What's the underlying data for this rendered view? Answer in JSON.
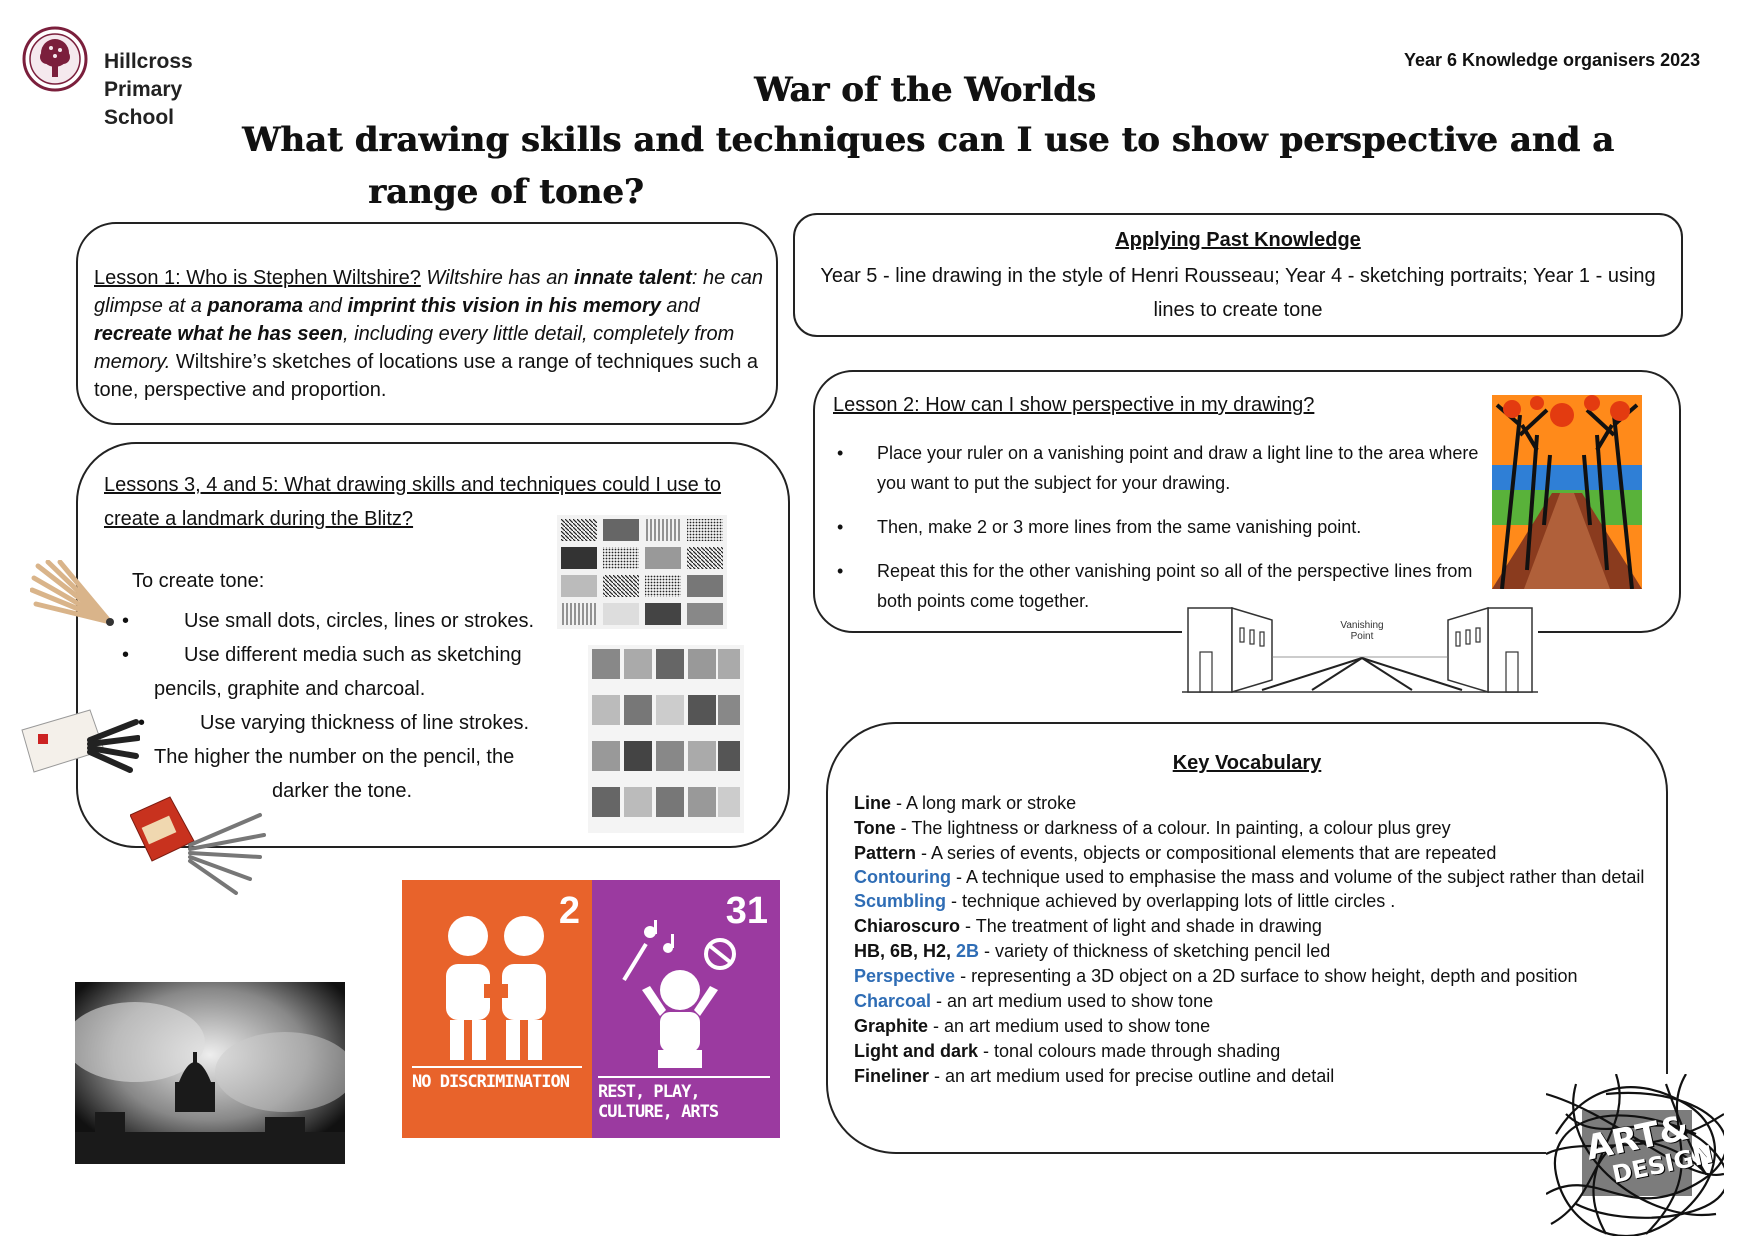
{
  "school": {
    "name_lines": [
      "Hillcross",
      "Primary",
      "School"
    ],
    "logo_icon": "tree-crest-icon",
    "brand_color": "#7b1f3c"
  },
  "top_right": "Year 6 Knowledge organisers 2023",
  "title": "War of the Worlds",
  "subtitle_line1": "What drawing skills and techniques can I use to show perspective and a",
  "subtitle_line2": "range of tone?",
  "lesson1": {
    "heading": "Lesson 1: Who is Stephen Wiltshire?",
    "p1": " Wiltshire has an ",
    "b1": "innate talent",
    "p2": ": he can glimpse at a ",
    "b2": "panorama",
    "p3": " and ",
    "b3": "imprint this vision in his memory",
    "p4": " and ",
    "b4": "recreate what he has seen",
    "p5": ", including every little detail, completely from memory.",
    "p6": " Wiltshire’s sketches of locations use a range of techniques such a tone, perspective and proportion."
  },
  "past": {
    "heading": "Applying Past Knowledge",
    "text": "Year 5 - line drawing in the style of Henri Rousseau;  Year 4 - sketching portraits; Year 1 - using lines to create tone"
  },
  "lesson2": {
    "heading": "Lesson 2: How can I show perspective in my drawing?",
    "bullets": [
      "Place your ruler on a vanishing point and draw a light line to the area where you want to put the subject for your drawing.",
      "Then, make 2 or 3 more lines from the same vanishing point.",
      "Repeat this for the other vanishing point so all of the perspective lines from both points come together."
    ],
    "diagram_label_1": "Vanishing",
    "diagram_label_2": "Point"
  },
  "lessons345": {
    "heading_line1": "Lessons 3, 4 and 5: What drawing skills and techniques could I use to",
    "heading_line2": "create a landmark during the Blitz?",
    "intro": "To create tone:",
    "bullet1": "Use small dots, circles, lines or strokes.",
    "bullet2_a": "Use different media such as sketching",
    "bullet2_b": "pencils, graphite and charcoal.",
    "bullet3_a": "Use varying thickness of line strokes.",
    "bullet3_b": "The higher the number on the pencil, the",
    "bullet3_c": "darker the tone."
  },
  "rights": {
    "left_number": "2",
    "left_label": "NO DISCRIMINATION",
    "left_color": "#e8632b",
    "right_number": "31",
    "right_label_1": "REST, PLAY,",
    "right_label_2": "CULTURE, ARTS",
    "right_color": "#9b3aa0"
  },
  "vocab": {
    "heading": "Key Vocabulary",
    "items": [
      {
        "term": "Line",
        "def": " - A long mark or stroke",
        "blue": false
      },
      {
        "term": "Tone",
        "def": " - The lightness or darkness of a colour. In painting, a colour plus grey",
        "blue": false
      },
      {
        "term": "Pattern",
        "def": " - A series of events, objects or compositional elements that are repeated",
        "blue": false
      },
      {
        "term": "Contouring",
        "def": " - A technique used to emphasise the mass and volume of the subject rather than detail",
        "blue": true
      },
      {
        "term": "Scumbling",
        "def": " - technique achieved by overlapping lots of little circles .",
        "blue": true
      },
      {
        "term": "Chiaroscuro",
        "def": " - The treatment of light and shade in drawing",
        "blue": false
      },
      {
        "term": "HB, 6B, H2, ",
        "term_blue": "2B",
        "def": " - variety of thickness of sketching pencil led",
        "blue": false
      },
      {
        "term": "Perspective",
        "def": " - representing a 3D object on a 2D surface to show height, depth and position",
        "blue": true
      },
      {
        "term": "Charcoal",
        "def": " - an art medium used to show tone",
        "blue": true
      },
      {
        "term": "Graphite",
        "def": " - an art medium used to show tone",
        "blue": false
      },
      {
        "term": "Light and dark",
        "def": " - tonal colours made through shading",
        "blue": false
      },
      {
        "term": "Fineliner",
        "def": " - an art medium used for precise outline and detail",
        "blue": false
      }
    ]
  },
  "art_logo": {
    "line1": "ART&",
    "line2": "DESIGN"
  },
  "colors": {
    "link_blue": "#2f6db5"
  }
}
